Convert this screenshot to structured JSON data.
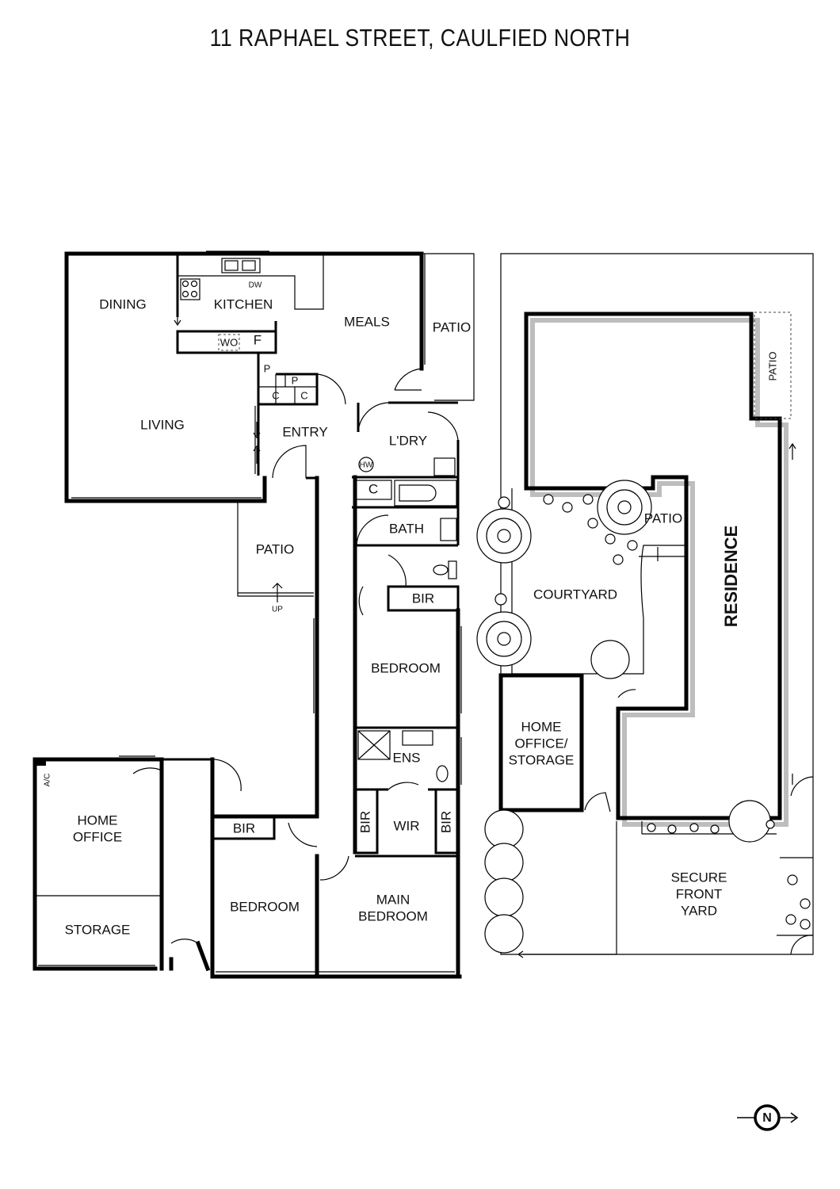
{
  "title": "11 RAPHAEL STREET, CAULFIED NORTH",
  "rooms": {
    "dining": "DINING",
    "kitchen": "KITCHEN",
    "meals": "MEALS",
    "patio_top": "PATIO",
    "living": "LIVING",
    "entry": "ENTRY",
    "laundry": "L'DRY",
    "bath": "BATH",
    "patio_mid": "PATIO",
    "up": "UP",
    "bir_1": "BIR",
    "bedroom_1": "BEDROOM",
    "ens": "ENS",
    "wir": "WIR",
    "bir_wir_left": "BIR",
    "bir_wir_right": "BIR",
    "bir_2": "BIR",
    "bedroom_2": "BEDROOM",
    "main_bedroom_1": "MAIN",
    "main_bedroom_2": "BEDROOM",
    "home_office_1": "HOME",
    "home_office_2": "OFFICE",
    "storage": "STORAGE",
    "ac": "A/C",
    "courtyard": "COURTYARD",
    "patio_courtyard": "PATIO",
    "patio_residence": "PATIO",
    "residence": "RESIDENCE",
    "home_office_storage_1": "HOME",
    "home_office_storage_2": "OFFICE/",
    "home_office_storage_3": "STORAGE",
    "secure_front_yard_1": "SECURE",
    "secure_front_yard_2": "FRONT",
    "secure_front_yard_3": "YARD"
  },
  "fixtures": {
    "dw": "DW",
    "wo": "WO",
    "fridge": "F",
    "pantry_1": "P",
    "pantry_2": "P",
    "cupboard_1": "C",
    "cupboard_2": "C",
    "cupboard_3": "C",
    "hot_water": "HW"
  },
  "compass": {
    "label": "N"
  }
}
